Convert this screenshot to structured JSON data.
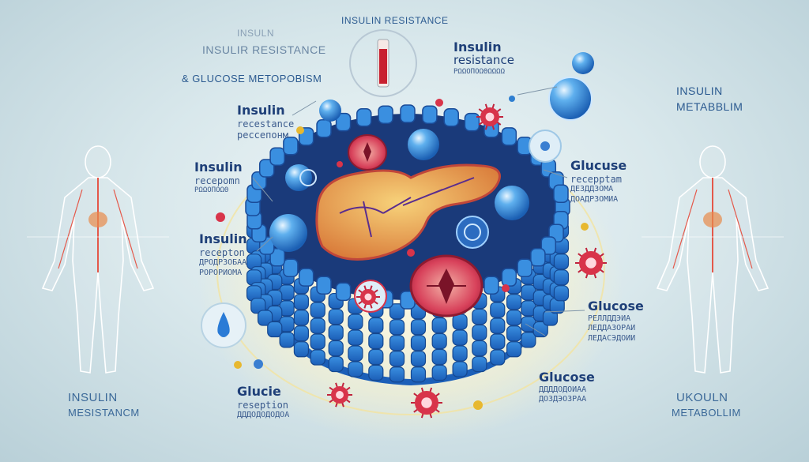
{
  "header": {
    "title": "INSULIN RESISTANCE"
  },
  "top_left": {
    "line1": "INSULN",
    "line2": "INSULIR RESISTANCE",
    "line3": "& GLUCOSE METOPOBISM"
  },
  "top_right": {
    "line1": "INSULIN",
    "line2": "METABBLIM"
  },
  "bottom_left": {
    "line1": "INSULIN",
    "line2": "MESISTANCM"
  },
  "bottom_right": {
    "line1": "UKOULN",
    "line2": "METABOLLIM"
  },
  "labels": [
    {
      "title": "Insulin",
      "sub1": "resistance",
      "sub2": "ΡΩΩΟΠΟΩΘΩΩΩΩ"
    },
    {
      "title": "Insulin",
      "sub1": "recestance",
      "sub2": "рессепонм"
    },
    {
      "title": "Insulin",
      "sub1": "recepomn",
      "sub2": "ΡΩΩΟΠΟΩΘ"
    },
    {
      "title": "Insulin",
      "sub1": "recepton",
      "sub2": "ДРОДРЗОБАА",
      "sub3": "РОРОРИОМА"
    },
    {
      "title": "Glucuse",
      "sub1": "recepptam",
      "sub2": "ДЕЗДДЗОМА",
      "sub3": "ДОАДРЗОМИА"
    },
    {
      "title": "Glucose",
      "sub1": "РЕЛЛДДЭИА",
      "sub2": "ЛЕДДАЗОРАИ",
      "sub3": "ЛЕДАСЭДОИИ"
    },
    {
      "title": "Glucose",
      "sub1": "ДДДДОДОИАА",
      "sub2": "ДОЗДЭОЗРАА"
    },
    {
      "title": "Glucie",
      "sub1": "reseption",
      "sub2": "ДДДОДОДОДОА"
    }
  ],
  "colors": {
    "cell_blue": "#2f7fd1",
    "cell_dark": "#1a3a7a",
    "pancreas": "#e9a84a",
    "tissue_red": "#d8344a",
    "text": "#1e3f78"
  }
}
